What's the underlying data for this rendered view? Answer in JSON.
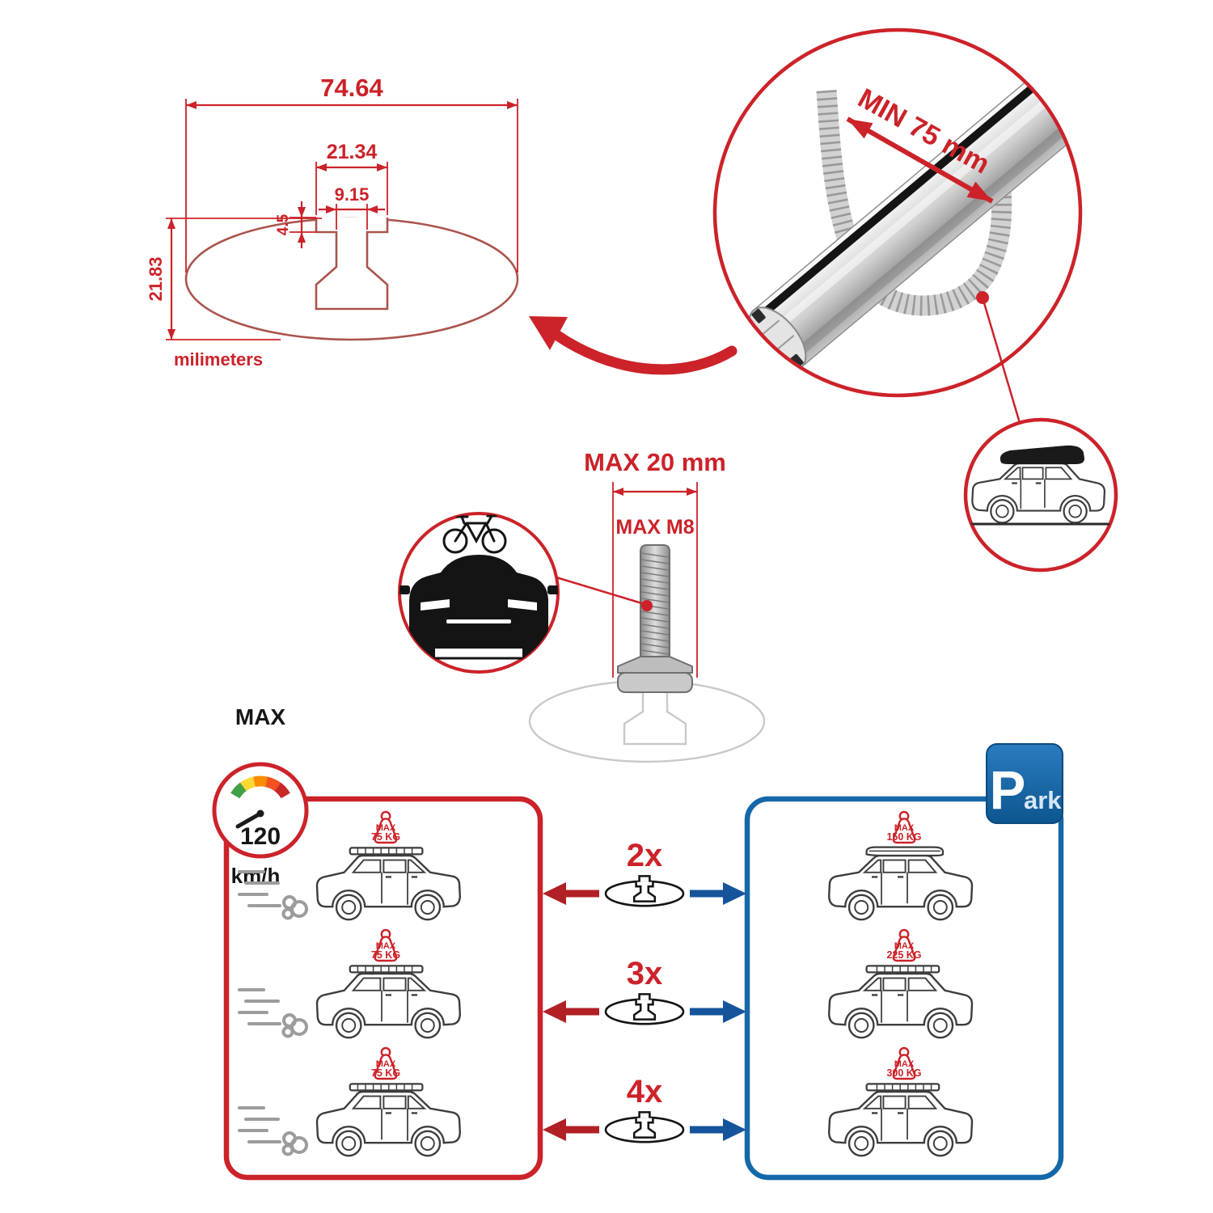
{
  "colors": {
    "red": "#cc2229",
    "blue": "#1568a8",
    "dark": "#161616"
  },
  "cross_section": {
    "dim_total_width": "74.64",
    "dim_slot_width": "21.34",
    "dim_inner_width": "9.15",
    "dim_lip_depth": "4.5",
    "dim_height": "21.83",
    "unit_label": "milimeters"
  },
  "bar_detail": {
    "min_span": "MIN 75 mm"
  },
  "bolt": {
    "max_width": "MAX 20 mm",
    "max_thread": "MAX M8"
  },
  "speed_gauge": {
    "title": "MAX",
    "value": "120",
    "unit": "km/h"
  },
  "park_sign": {
    "initial": "P",
    "rest": "ark"
  },
  "driving_cars": [
    {
      "tag_title": "MAX",
      "tag_weight": "75 KG"
    },
    {
      "tag_title": "MAX",
      "tag_weight": "75 KG"
    },
    {
      "tag_title": "MAX",
      "tag_weight": "75 KG"
    }
  ],
  "bar_counts": [
    {
      "label": "2x"
    },
    {
      "label": "3x"
    },
    {
      "label": "4x"
    }
  ],
  "parked_cars": [
    {
      "tag_title": "MAX",
      "tag_weight": "150 KG"
    },
    {
      "tag_title": "MAX",
      "tag_weight": "225 KG"
    },
    {
      "tag_title": "MAX",
      "tag_weight": "300 KG"
    }
  ]
}
